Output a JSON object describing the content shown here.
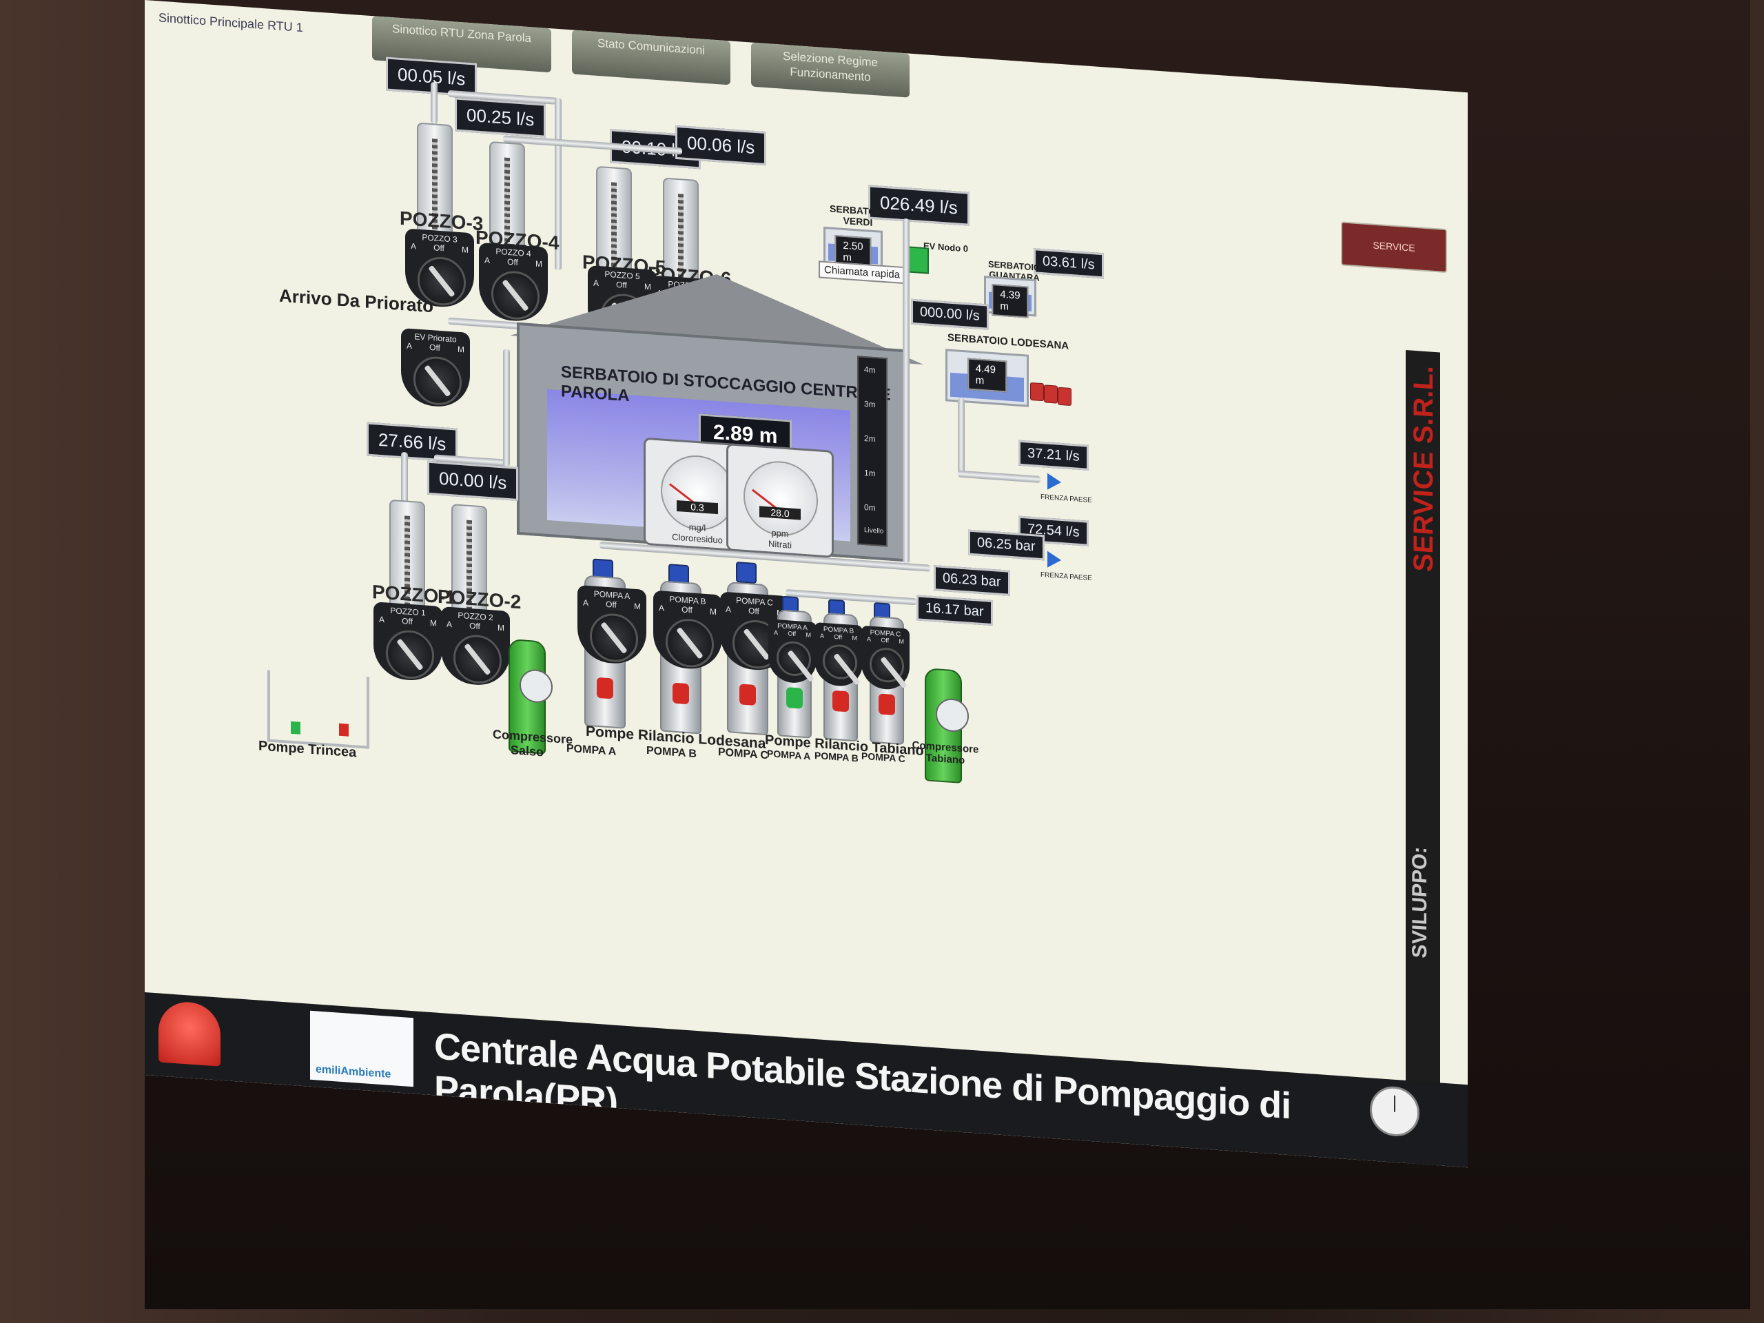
{
  "window": {
    "title": "Sinottico Principale RTU 1",
    "nav_tabs": [
      "Sinottico RTU Zona Parola",
      "Stato Comunicazioni",
      "Selezione Regime Funzionamento"
    ]
  },
  "flows": {
    "pozzo3_flow": "00.05 l/s",
    "pozzo4_flow": "00.25 l/s",
    "pozzo5_flow": "00.10 l/s",
    "pozzo6_flow": "00.06 l/s",
    "pozzo1_flow": "27.66 l/s",
    "pozzo2_flow": "00.00 l/s",
    "verdi_flow": "026.49 l/s",
    "guantara_flow": "03.61 l/s",
    "lodesana_flow": "000.00 l/s",
    "out1_flow": "37.21 l/s",
    "out2_flow": "72.54 l/s"
  },
  "pressures": {
    "p1": "06.25 bar",
    "p2": "06.23 bar",
    "p3": "16.17 bar"
  },
  "wells": {
    "labels": [
      "POZZO-3",
      "POZZO-4",
      "POZZO-5",
      "POZZO-6",
      "POZZO-1",
      "POZZO-2"
    ],
    "knob_titles": [
      "POZZO 3",
      "POZZO 4",
      "POZZO 5",
      "POZZO 6",
      "POZZO 1",
      "POZZO 2"
    ],
    "status_colors": [
      "#d42a24",
      "#d42a24",
      "#d42a24",
      "#d42a24",
      "#2bb44a",
      "#d42a24"
    ]
  },
  "knob_modes": [
    "A",
    "Off",
    "M"
  ],
  "priorato": {
    "label": "Arrivo Da Priorato",
    "knob_title": "EV Priorato"
  },
  "central_tank": {
    "title": "SERBATOIO DI STOCCAGGIO CENTRALE PAROLA",
    "level": "2.89 m",
    "scale_ticks": [
      "4m",
      "3m",
      "2m",
      "1m",
      "0m"
    ],
    "scale_unit": "Livello"
  },
  "gauges": [
    {
      "name": "Clororesiduo",
      "value": "0.3",
      "unit": "mg/l"
    },
    {
      "name": "Nitrati",
      "value": "28.0",
      "unit": "ppm"
    }
  ],
  "side_tanks": {
    "verdi": {
      "label": "SERBATOIO VERDI",
      "level": "2.50 m",
      "button": "Chiamata rapida"
    },
    "guantara": {
      "label": "SERBATOIO GUANTARA",
      "level": "4.39 m"
    },
    "lodesana": {
      "label": "SERBATOIO LODESANA",
      "level": "4.49 m"
    },
    "ev_nodo": "EV Nodo 0"
  },
  "outlets": [
    "FRENZA PAESE",
    "FRENZA PAESE"
  ],
  "pumps": {
    "lodesana_group": "Pompe Rilancio Lodesana",
    "tabiano_group": "Pompe Rilancio Tabiano",
    "lodesana": [
      {
        "label": "POMPA A",
        "knob": "POMPA A",
        "status_color": "#d42a24"
      },
      {
        "label": "POMPA B",
        "knob": "POMPA B",
        "status_color": "#d42a24"
      },
      {
        "label": "POMPA C",
        "knob": "POMPA C",
        "status_color": "#d42a24"
      }
    ],
    "tabiano": [
      {
        "label": "POMPA A",
        "knob": "POMPA A",
        "status_color": "#2bb44a"
      },
      {
        "label": "POMPA B",
        "knob": "POMPA B",
        "status_color": "#d42a24"
      },
      {
        "label": "POMPA C",
        "knob": "POMPA C",
        "status_color": "#d42a24"
      }
    ]
  },
  "compressors": {
    "salso": "Compressore Salso",
    "tabiano": "Compressore Tabiano"
  },
  "trench": {
    "label": "Pompe Trincea"
  },
  "footer": {
    "title": "Centrale Acqua Potabile Stazione di Pompaggio di Parola(PR)",
    "brand": "emiliAmbiente"
  },
  "side_brand": {
    "service": "SERVICE S.R.L.",
    "sviluppo": "SVILUPPO:"
  },
  "colors": {
    "screen_bg": "#f1f1e4",
    "readout_bg": "#1b1e24",
    "alarm_red": "#c0211b",
    "ok_green": "#2bb44a",
    "water_blue": "#8a86e6"
  }
}
